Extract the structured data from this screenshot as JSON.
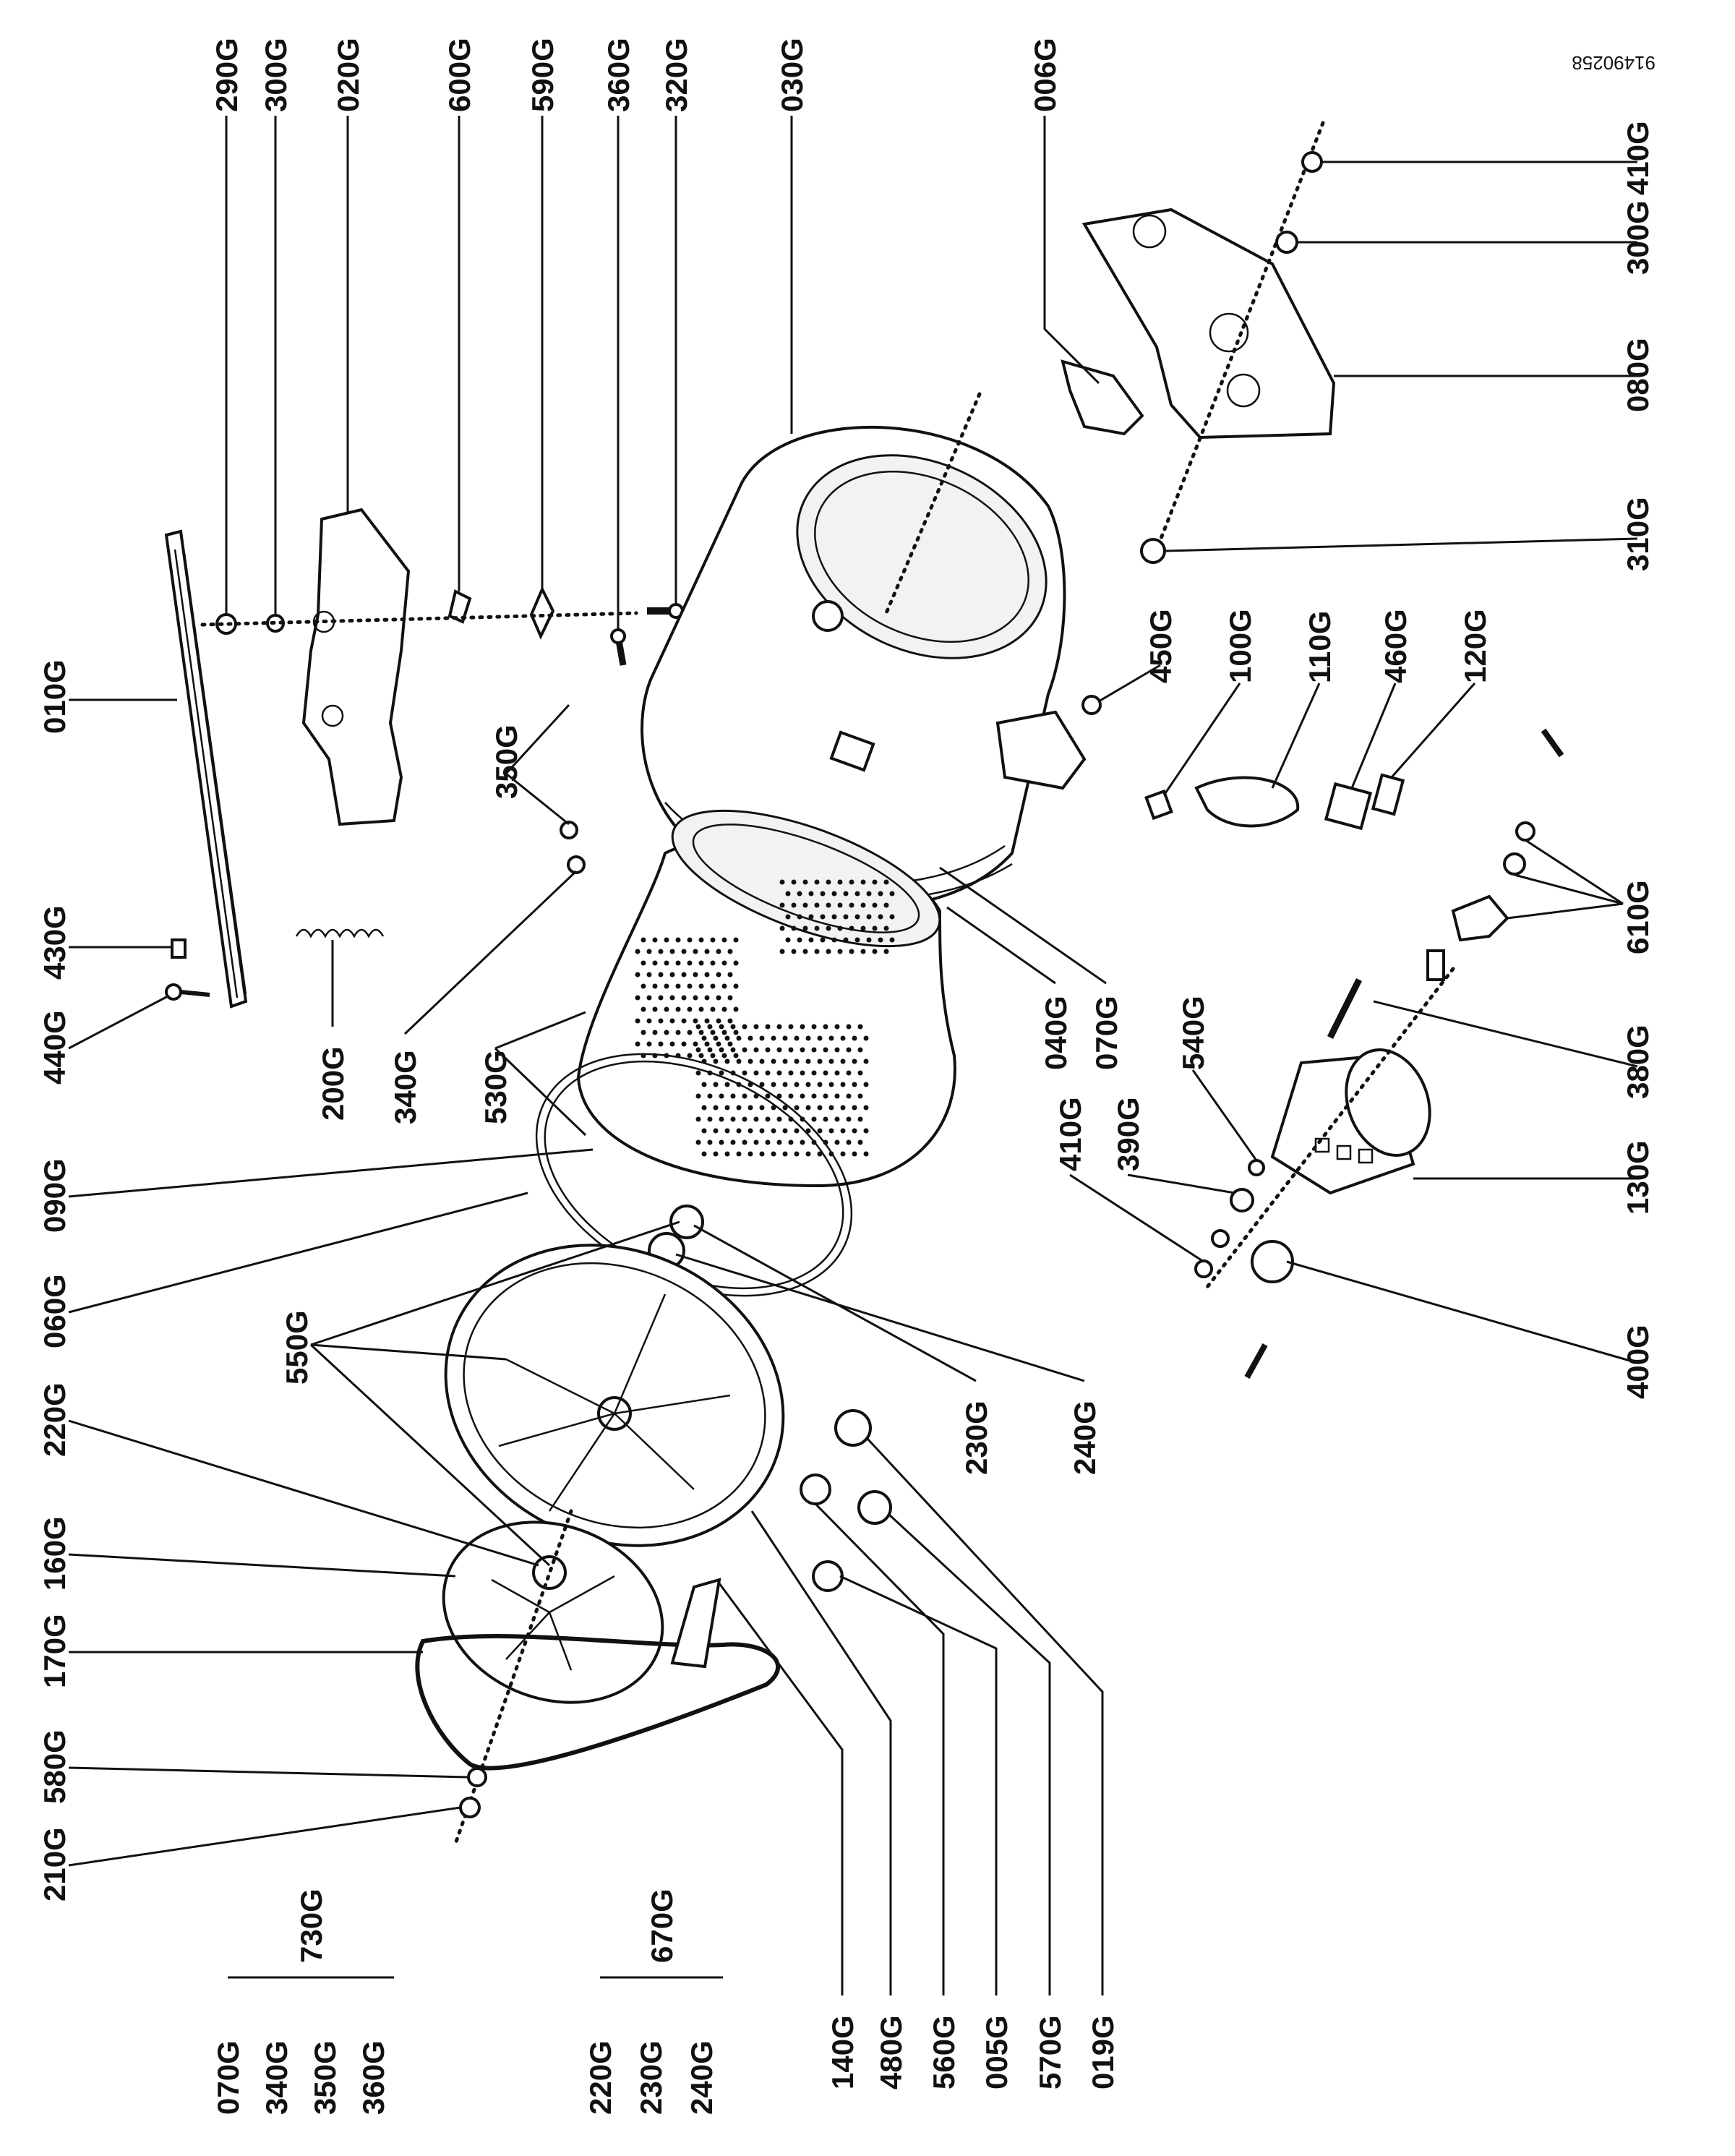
{
  "document_id": "91490258",
  "callouts": {
    "top": [
      "290G",
      "300G",
      "020G",
      "600G",
      "590G",
      "360G",
      "320G",
      "030G",
      "006G"
    ],
    "right": [
      "410G",
      "300G",
      "080G",
      "310G",
      "610G",
      "380G",
      "130G",
      "400G"
    ],
    "middle": [
      "450G",
      "100G",
      "110G",
      "460G",
      "120G",
      "540G",
      "390G",
      "410G",
      "040G",
      "070G",
      "230G",
      "240G"
    ],
    "left": [
      "010G",
      "430G",
      "440G",
      "200G",
      "350G",
      "340G",
      "530G",
      "090G",
      "060G",
      "550G",
      "220G",
      "160G",
      "170G",
      "580G",
      "210G"
    ],
    "bottom": [
      "140G",
      "480G",
      "560G",
      "005G",
      "570G",
      "019G"
    ]
  },
  "kits": [
    {
      "code": "730G",
      "items": [
        "070G",
        "340G",
        "350G",
        "360G"
      ]
    },
    {
      "code": "670G",
      "items": [
        "220G",
        "230G",
        "240G"
      ]
    }
  ]
}
